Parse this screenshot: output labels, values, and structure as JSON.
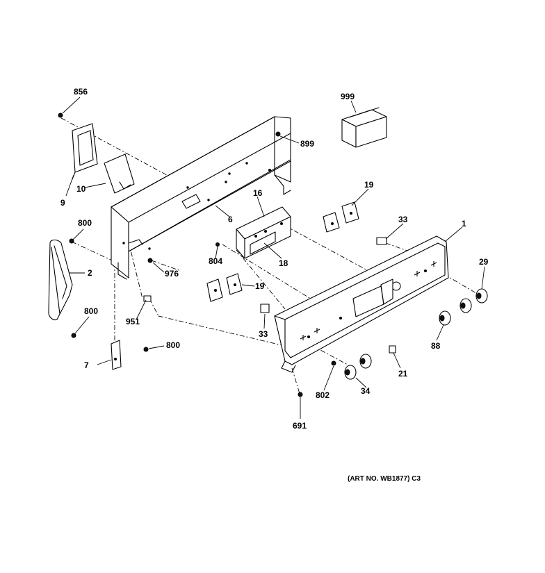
{
  "diagram": {
    "parts": {
      "p856": "856",
      "p9": "9",
      "p10": "10",
      "p800a": "800",
      "p2": "2",
      "p800b": "800",
      "p800c": "800",
      "p7": "7",
      "p951": "951",
      "p976": "976",
      "p6": "6",
      "p16": "16",
      "p18": "18",
      "p804": "804",
      "p19a": "19",
      "p19b": "19",
      "p33a": "33",
      "p33b": "33",
      "p1": "1",
      "p29": "29",
      "p88": "88",
      "p21": "21",
      "p34": "34",
      "p802": "802",
      "p691": "691",
      "p899": "899",
      "p999": "999"
    },
    "art_note": "(ART NO. WB1877) C3"
  }
}
